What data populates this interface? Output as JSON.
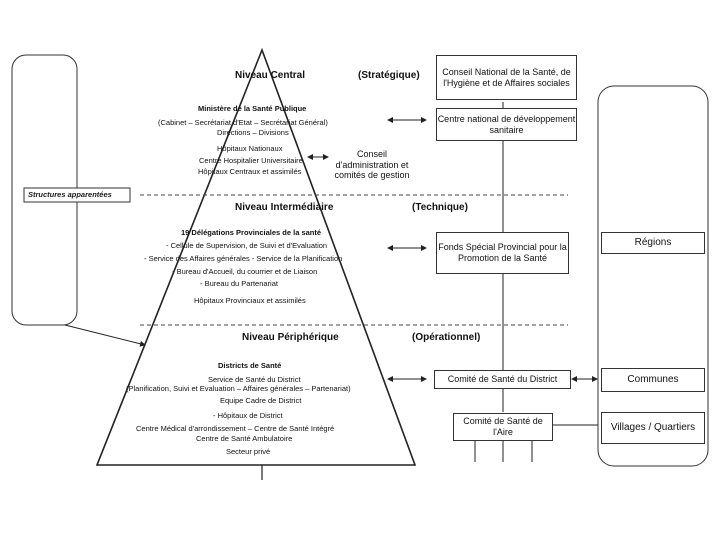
{
  "levels": {
    "central": {
      "name": "Niveau Central",
      "role": "(Stratégique)"
    },
    "intermediaire": {
      "name": "Niveau Intermédiaire",
      "role": "(Technique)"
    },
    "peripherique": {
      "name": "Niveau Périphérique",
      "role": "(Opérationnel)"
    }
  },
  "structures_apparentees": "Structures apparentées",
  "central_items": [
    "Ministère de la Santé Publique",
    "(Cabinet – Secrétariat d'Etat – Secrétariat Général)",
    "Directions – Divisions",
    "Hôpitaux Nationaux",
    "Centre Hospitalier Universitaire",
    "Hôpitaux Centraux et assimilés"
  ],
  "intermediaire_items": [
    "19 Délégations Provinciales de la santé",
    "- Cellule de Supervision, de Suivi et d'Evaluation",
    "- Service des Affaires générales - Service de la Planification",
    "- Bureau d'Accueil, du courrier et de Liaison",
    "- Bureau du Partenariat",
    "Hôpitaux Provinciaux et assimilés"
  ],
  "peripherique_items": [
    "Districts de Santé",
    "Service de Santé du District",
    "(Planification, Suivi et Evaluation – Affaires générales – Partenariat)",
    "Equipe Cadre de District",
    "- Hôpitaux de District",
    "Centre Médical d'arrondissement – Centre de Santé Intégré",
    "Centre de Santé Ambulatoire",
    "Secteur privé"
  ],
  "right_boxes": {
    "conseil_national": "Conseil National de la Santé, de l'Hygiène et de Affaires sociales",
    "centre_national": "Centre national de développement sanitaire",
    "conseil_admin": "Conseil d'administration et comités de gestion",
    "fonds_special": "Fonds Spécial Provincial pour la Promotion de la Santé",
    "comite_district": "Comité de Santé du District",
    "comite_aire": "Comité de Santé de l'Aire"
  },
  "community_boxes": {
    "regions": "Régions",
    "communes": "Communes",
    "villages": "Villages / Quartiers"
  }
}
